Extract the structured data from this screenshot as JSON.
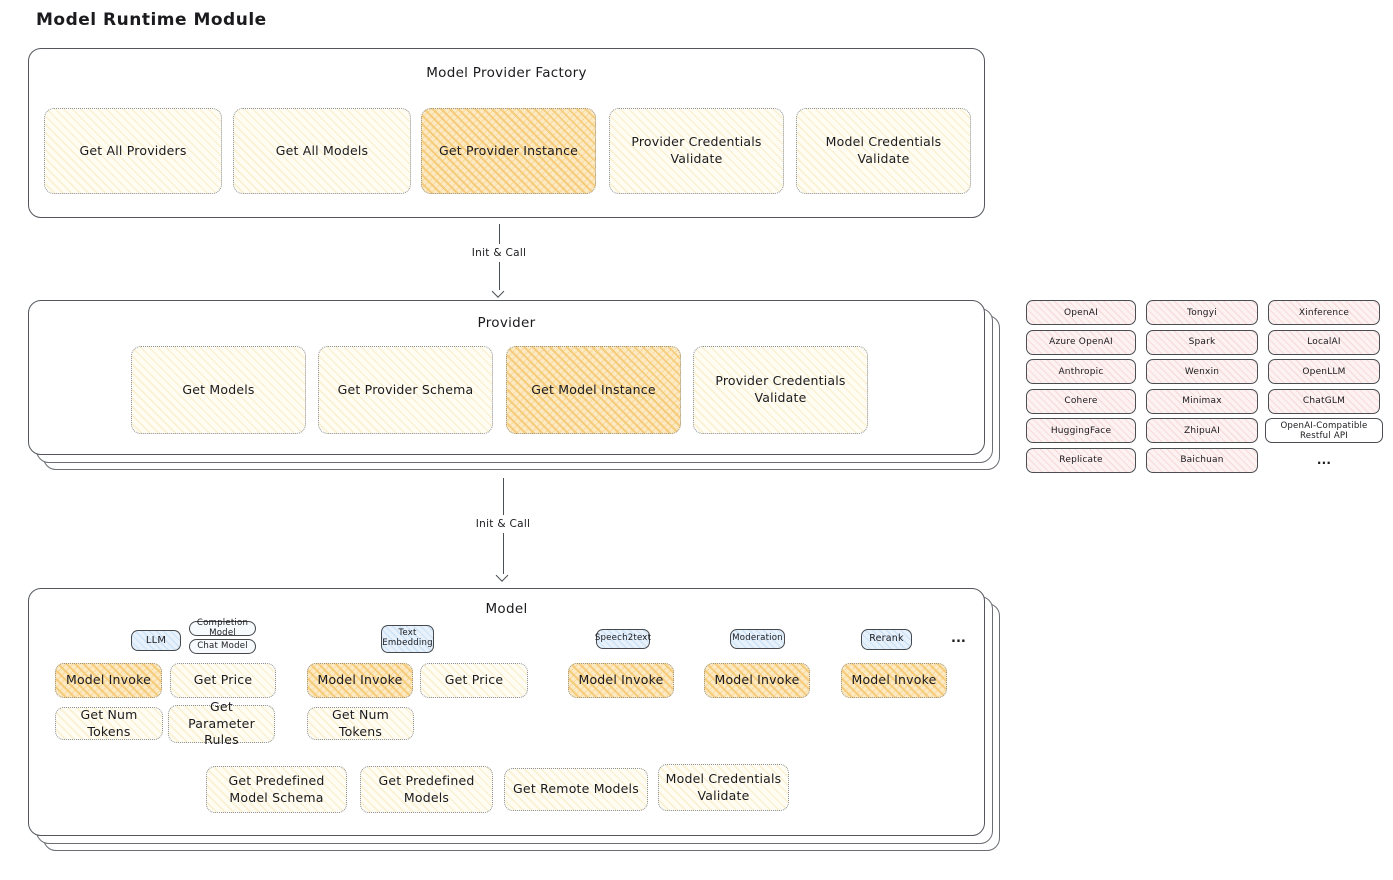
{
  "page": {
    "title": "Model Runtime Module"
  },
  "labels": {
    "init_and_call": "Init & Call"
  },
  "factory": {
    "title": "Model Provider Factory",
    "items": [
      {
        "label": "Get All Providers",
        "highlight": false
      },
      {
        "label": "Get All Models",
        "highlight": false
      },
      {
        "label": "Get Provider Instance",
        "highlight": true
      },
      {
        "label": "Provider Credentials Validate",
        "highlight": false
      },
      {
        "label": "Model Credentials Validate",
        "highlight": false
      }
    ]
  },
  "provider": {
    "title": "Provider",
    "items": [
      {
        "label": "Get Models",
        "highlight": false
      },
      {
        "label": "Get Provider Schema",
        "highlight": false
      },
      {
        "label": "Get Model Instance",
        "highlight": true
      },
      {
        "label": "Provider Credentials Validate",
        "highlight": false
      }
    ]
  },
  "provider_list": {
    "columns": [
      [
        "OpenAI",
        "Azure OpenAI",
        "Anthropic",
        "Cohere",
        "HuggingFace",
        "Replicate"
      ],
      [
        "Tongyi",
        "Spark",
        "Wenxin",
        "Minimax",
        "ZhipuAI",
        "Baichuan"
      ],
      [
        "Xinference",
        "LocalAI",
        "OpenLLM",
        "ChatGLM",
        "OpenAI-Compatible Restful API",
        "..."
      ]
    ]
  },
  "model": {
    "title": "Model",
    "tags": {
      "llm": "LLM",
      "completion_model": "Completion Model",
      "chat_model": "Chat Model",
      "text_embedding": "Text Embedding",
      "speech2text": "Speech2text",
      "moderation": "Moderation",
      "rerank": "Rerank",
      "more": "..."
    },
    "llm_ops": [
      "Model Invoke",
      "Get Price",
      "Get Num Tokens",
      "Get Parameter Rules"
    ],
    "text_embedding_ops": [
      "Model Invoke",
      "Get Price",
      "Get Num Tokens"
    ],
    "speech2text_ops": [
      "Model Invoke"
    ],
    "moderation_ops": [
      "Model Invoke"
    ],
    "rerank_ops": [
      "Model Invoke"
    ],
    "common_ops": [
      "Get Predefined Model Schema",
      "Get Predefined Models",
      "Get Remote Models",
      "Model Credentials Validate"
    ]
  },
  "colors": {
    "highlight_hatch": "#f6cd7e",
    "yellow_hatch": "#faf0d2",
    "pink_hatch": "#f8dcdc",
    "blue_hatch": "#cde2f5",
    "stroke_dark": "#53575c",
    "text": "#1b1b1f"
  }
}
